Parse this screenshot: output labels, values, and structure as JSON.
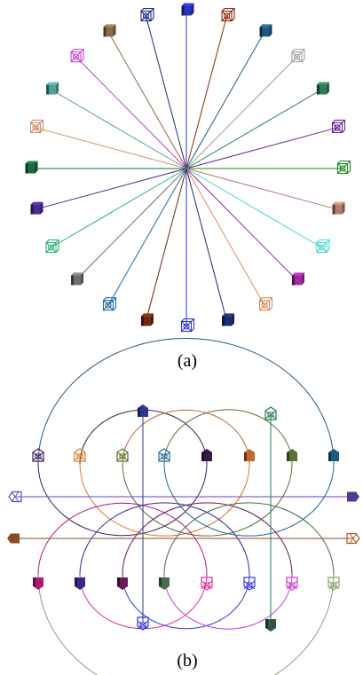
{
  "captions": {
    "a": "(a)",
    "b": "(b)"
  },
  "panel_a": {
    "nodes": [
      {
        "angle": 90,
        "style": "solid",
        "color": "#2b36b8"
      },
      {
        "angle": 75,
        "style": "wireframe",
        "color": "#8a2a10"
      },
      {
        "angle": 60,
        "style": "solid",
        "color": "#1e5a80"
      },
      {
        "angle": 45,
        "style": "wireframe",
        "color": "#a0a0a0"
      },
      {
        "angle": 30,
        "style": "solid",
        "color": "#2f7a58"
      },
      {
        "angle": 15,
        "style": "wireframe",
        "color": "#6a2a90"
      },
      {
        "angle": 0,
        "style": "wireframe",
        "color": "#1f8a2a"
      },
      {
        "angle": -15,
        "style": "solid",
        "color": "#b08068"
      },
      {
        "angle": -30,
        "style": "wireframe",
        "color": "#40d8d0"
      },
      {
        "angle": -45,
        "style": "solid",
        "color": "#a02aa0"
      },
      {
        "angle": -60,
        "style": "wireframe",
        "color": "#d89060"
      },
      {
        "angle": -75,
        "style": "solid",
        "color": "#1e2a6a"
      },
      {
        "angle": -90,
        "style": "wireframe",
        "color": "#2b36d8"
      },
      {
        "angle": -105,
        "style": "solid",
        "color": "#6a2a10"
      },
      {
        "angle": -120,
        "style": "wireframe",
        "color": "#1e6aa0"
      },
      {
        "angle": -135,
        "style": "solid",
        "color": "#707070"
      },
      {
        "angle": -150,
        "style": "wireframe",
        "color": "#2ab070"
      },
      {
        "angle": -165,
        "style": "solid",
        "color": "#4a2a90"
      },
      {
        "angle": 180,
        "style": "solid",
        "color": "#1a6a3a"
      },
      {
        "angle": 165,
        "style": "wireframe",
        "color": "#d09070"
      },
      {
        "angle": 150,
        "style": "solid",
        "color": "#50a098"
      },
      {
        "angle": 135,
        "style": "wireframe",
        "color": "#c040d0"
      },
      {
        "angle": 120,
        "style": "solid",
        "color": "#8a6a4a"
      },
      {
        "angle": 105,
        "style": "wireframe",
        "color": "#1e2a8a"
      }
    ]
  },
  "panel_b": {
    "top_nodes": [
      {
        "style": "wireframe",
        "color": "#3a1a5a"
      },
      {
        "style": "wireframe",
        "color": "#e07a20"
      },
      {
        "style": "wireframe",
        "color": "#5a7030"
      },
      {
        "style": "wireframe",
        "color": "#1e6aa0"
      },
      {
        "style": "solid",
        "color": "#3a1a4a"
      },
      {
        "style": "solid",
        "color": "#c06830"
      },
      {
        "style": "solid",
        "color": "#5a7030"
      },
      {
        "style": "solid",
        "color": "#1e5a80"
      }
    ],
    "bottom_nodes": [
      {
        "style": "solid",
        "color": "#b0187a"
      },
      {
        "style": "solid",
        "color": "#3a2a90"
      },
      {
        "style": "solid",
        "color": "#6a1a5a"
      },
      {
        "style": "solid",
        "color": "#4a6a50"
      },
      {
        "style": "wireframe",
        "color": "#e030a0"
      },
      {
        "style": "wireframe",
        "color": "#3a3ad0"
      },
      {
        "style": "wireframe",
        "color": "#c040d0"
      },
      {
        "style": "wireframe",
        "color": "#8aa070"
      }
    ],
    "vertical_left": {
      "top_style": "solid",
      "top_color": "#2a3a8a",
      "bottom_style": "wireframe",
      "bottom_color": "#2b36d8"
    },
    "vertical_right": {
      "top_style": "wireframe",
      "top_color": "#2a7a5a",
      "bottom_style": "solid",
      "bottom_color": "#2a5a40"
    },
    "horizontal_upper": {
      "left_style": "wireframe",
      "left_color": "#6a40c0",
      "right_style": "solid",
      "right_color": "#5a3a90"
    },
    "horizontal_lower": {
      "left_style": "solid",
      "left_color": "#8a4a20",
      "right_style": "wireframe",
      "right_color": "#b05a20"
    }
  }
}
